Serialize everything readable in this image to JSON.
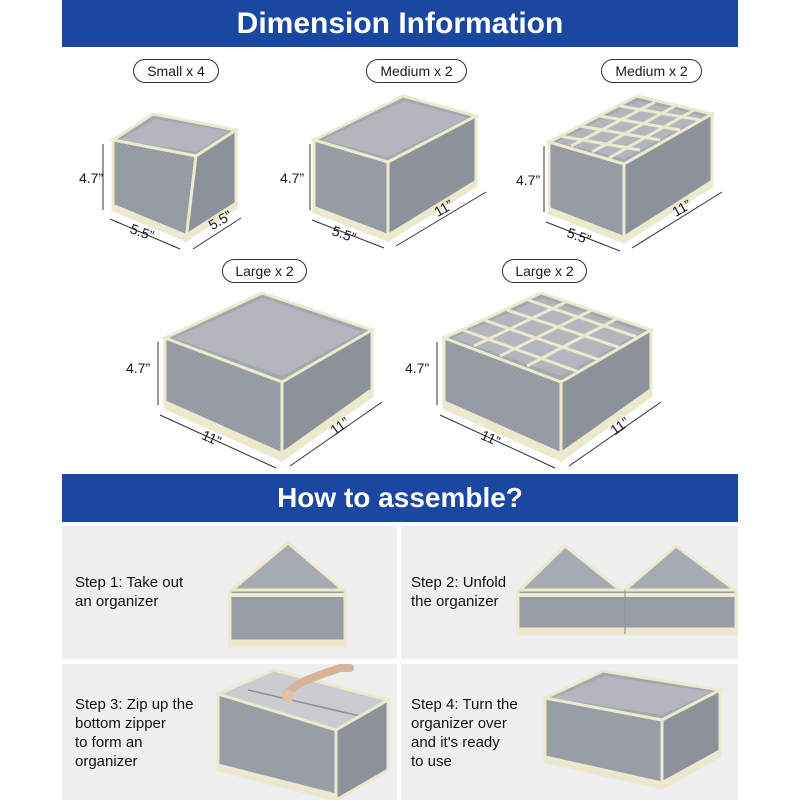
{
  "sections": {
    "dimension_title": "Dimension Information",
    "assemble_title": "How to assemble?"
  },
  "boxes": [
    {
      "label": "Small x 4",
      "height": "4.7”",
      "width": "5.5”",
      "depth": "5.5”"
    },
    {
      "label": "Medium x 2",
      "height": "4.7”",
      "width": "5.5”",
      "depth": "11”"
    },
    {
      "label": "Medium x 2",
      "height": "4.7”",
      "width": "5.5”",
      "depth": "11”"
    },
    {
      "label": "Large x 2",
      "height": "4.7”",
      "width": "11”",
      "depth": "11”"
    },
    {
      "label": "Large x 2",
      "height": "4.7”",
      "width": "11”",
      "depth": "11”"
    }
  ],
  "steps": [
    {
      "text": "Step 1: Take out\nan organizer"
    },
    {
      "text": "Step 2: Unfold\nthe organizer"
    },
    {
      "text": "Step 3: Zip up the\nbottom zipper\nto form an\norganizer"
    },
    {
      "text": "Step 4: Turn the\norganizer over\nand it's ready\nto use"
    }
  ],
  "colors": {
    "banner": "#1a47a0",
    "fabric": "#9a9ea6",
    "trim": "#ece9cf",
    "panel": "#efefef"
  }
}
